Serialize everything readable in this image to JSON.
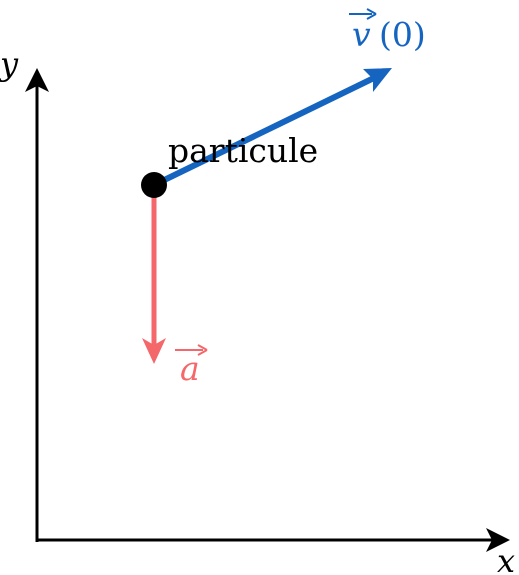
{
  "axes": {
    "x_label": "x",
    "y_label": "y"
  },
  "particle": {
    "label": "particule"
  },
  "velocity": {
    "symbol": "v",
    "argument": "(0)",
    "color": "#1565c0"
  },
  "acceleration": {
    "symbol": "a",
    "color": "#f4676b"
  },
  "colors": {
    "axis": "#000000",
    "particle": "#000000"
  }
}
